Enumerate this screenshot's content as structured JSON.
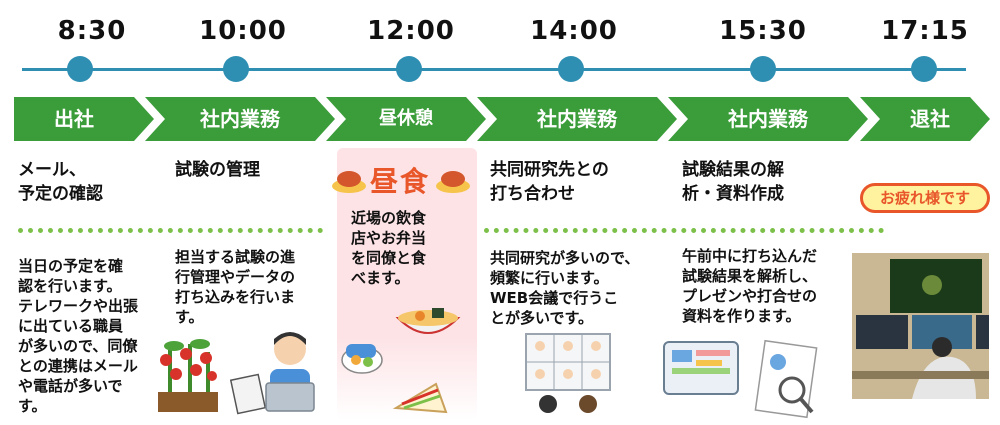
{
  "times": [
    "8:30",
    "10:00",
    "12:00",
    "14:00",
    "15:30",
    "17:15"
  ],
  "phases": [
    "出社",
    "社内業務",
    "昼休憩",
    "社内業務",
    "社内業務",
    "退社"
  ],
  "tasks": [
    "メール、\n予定の確認",
    "試験の管理",
    "共同研究先との\n打ち合わせ",
    "試験結果の解\n析・資料作成"
  ],
  "lunch": {
    "badge": "昼食",
    "text": "近場の飲食\n店やお弁当\nを同僚と食\nべます。"
  },
  "farewell": "お疲れ様です",
  "descriptions": [
    "当日の予定を確\n認を行います。\nテレワークや出張\nに出ている職員\nが多いので、同僚\nとの連携はメール\nや電話が多いで\nす。",
    "担当する試験の進\n行管理やデータの\n打ち込みを行いま\nす。",
    "共同研究が多いので、\n頻繁に行います。\nWEB会議で行うこ\nとが多いです。",
    "午前中に打ち込んだ\n試験結果を解析し、\nプレゼンや打合せの\n資料を作ります。"
  ],
  "colors": {
    "timeline": "#2f8fb3",
    "chevron": "#3b9c3a",
    "dots": "#7cc04a",
    "badge": "#e8562a"
  }
}
